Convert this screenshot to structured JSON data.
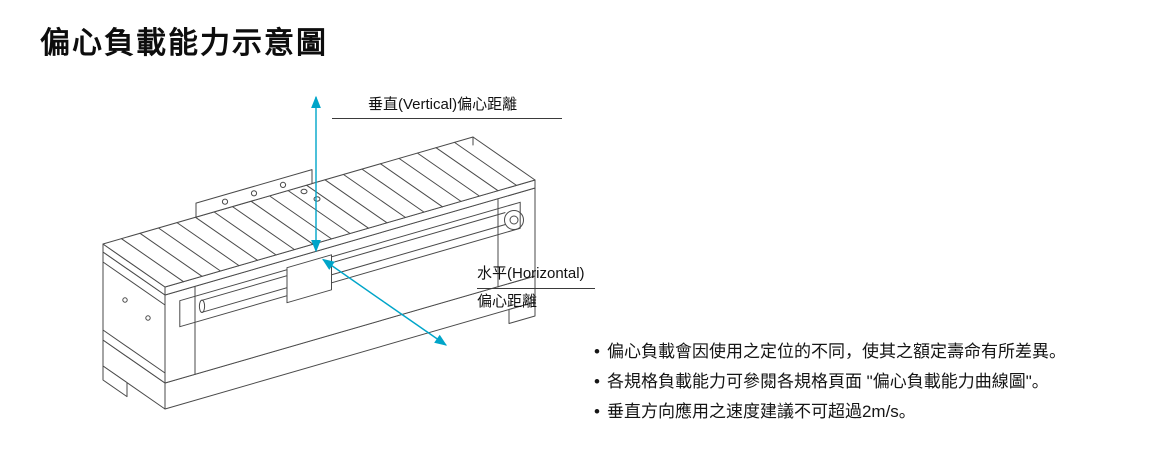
{
  "page": {
    "title": "偏心負載能力示意圖"
  },
  "diagram": {
    "vertical_label": "垂直(Vertical)偏心距離",
    "horizontal_label_line1": "水平(Horizontal)",
    "horizontal_label_line2": "偏心距離",
    "accent_color": "#00A5C9",
    "line_color": "#4a4a4a"
  },
  "bullet": "•",
  "notes": [
    "偏心負載會因使用之定位的不同，使其之額定壽命有所差異。",
    "各規格負載能力可參閱各規格頁面 \"偏心負載能力曲線圖\"。",
    "垂直方向應用之速度建議不可超過2m/s。"
  ]
}
